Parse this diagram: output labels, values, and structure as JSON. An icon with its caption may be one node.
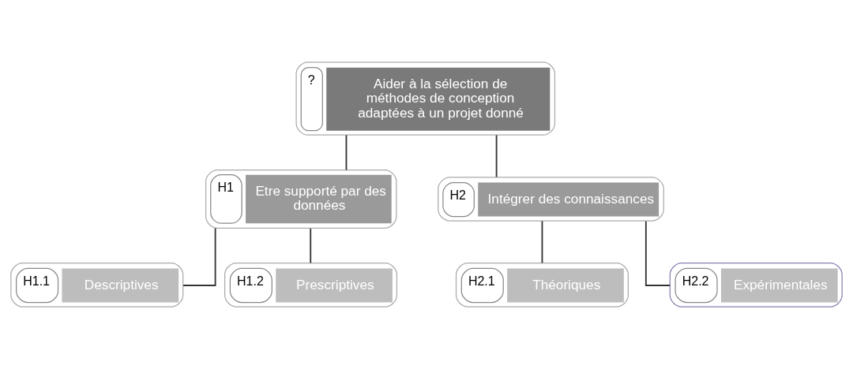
{
  "diagram": {
    "nodes": [
      {
        "text": [
          "?",
          "Aider à la sélection de méthodes de conception adaptées à un projet donné"
        ]
      },
      {
        "text": [
          "H1",
          "Etre supporté par des données"
        ]
      },
      {
        "text": [
          "H2",
          "Intégrer des connaissances"
        ]
      },
      {
        "text": [
          "H1.1",
          "Descriptives"
        ]
      },
      {
        "text": [
          "H1.2",
          "Prescriptives"
        ]
      },
      {
        "text": [
          "H2.1",
          "Théoriques"
        ]
      },
      {
        "text": [
          "H2.2",
          "Expérimentales"
        ]
      }
    ],
    "edges": [
      {
        "from": 0,
        "to": 1,
        "arrow": "none"
      },
      {
        "from": 0,
        "to": 2,
        "arrow": "none"
      },
      {
        "from": 1,
        "to": 3,
        "arrow": "none"
      },
      {
        "from": 1,
        "to": 4,
        "arrow": "none"
      },
      {
        "from": 2,
        "to": 5,
        "arrow": "none"
      },
      {
        "from": 2,
        "to": 6,
        "arrow": "none"
      }
    ]
  }
}
